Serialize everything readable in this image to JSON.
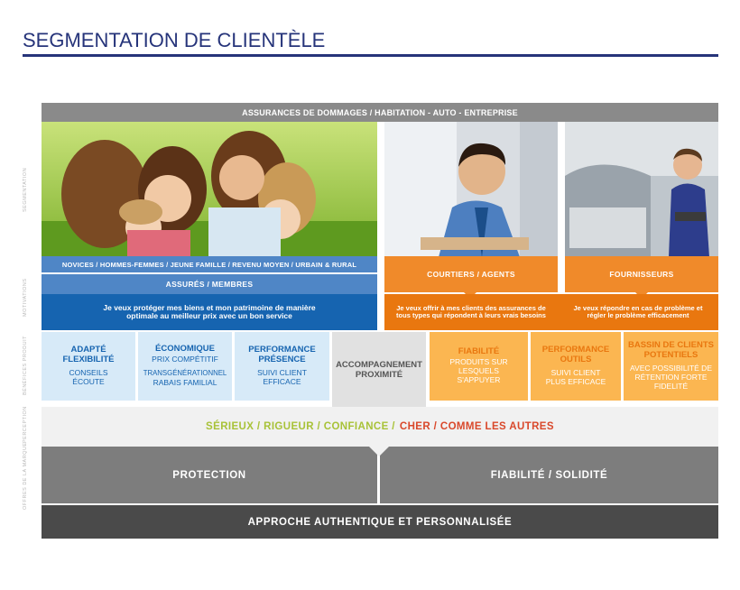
{
  "title": "SEGMENTATION DE CLIENTÈLE",
  "side_labels": {
    "segmentation": "SEGMENTATION",
    "motivations": "MOTIVATIONS",
    "benefices": "BÉNÉFICES PRODUIT",
    "perception": "PERCEPTION",
    "offres": "OFFRES DE LA MARQUE"
  },
  "top_band": "ASSURANCES DE DOMMAGES / HABITATION - AUTO - ENTREPRISE",
  "segments": {
    "family_caption": "NOVICES / HOMMES-FEMMES / JEUNE FAMILLE / REVENU MOYEN / URBAIN & RURAL",
    "assures_label": "ASSURÉS / MEMBRES",
    "assures_motivation": "Je veux protéger mes biens et mon patrimoine de manière optimale au meilleur prix avec un bon service",
    "courtiers_label": "COURTIERS / AGENTS",
    "courtiers_motivation": "Je veux offrir à mes clients des assurances de tous types qui répondent à leurs vrais besoins",
    "fournisseurs_label": "FOURNISSEURS",
    "fournisseurs_motivation": "Je veux répondre en cas de problème et régler le problème efficacement"
  },
  "benefits": [
    {
      "head": "ADAPTÉ FLEXIBILITÉ",
      "sub": "CONSEILS ÉCOUTE"
    },
    {
      "head": "ÉCONOMIQUE",
      "sub": "PRIX COMPÉTITIF",
      "sub2": "TRANSGÉNÉRATIONNEL",
      "sub3": "RABAIS FAMILIAL"
    },
    {
      "head": "PERFORMANCE PRÉSENCE",
      "sub": "SUIVI CLIENT EFFICACE"
    },
    {
      "head": "ACCOMPAGNEMENT PROXIMITÉ"
    },
    {
      "head": "FIABILITÉ",
      "sub": "PRODUITS SUR LESQUELS S'APPUYER"
    },
    {
      "head": "PERFORMANCE OUTILS",
      "sub": "SUIVI CLIENT PLUS EFFICACE"
    },
    {
      "head": "BASSIN DE CLIENTS POTENTIELS",
      "sub": "AVEC POSSIBILITÉ DE RÉTENTION FORTE FIDELITÉ"
    }
  ],
  "perception": {
    "positive": "SÉRIEUX / RIGUEUR / CONFIANCE /",
    "negative": "CHER / COMME LES AUTRES"
  },
  "offers": {
    "left": "PROTECTION",
    "right": "FIABILITÉ / SOLIDITÉ",
    "bottom": "APPROCHE AUTHENTIQUE ET PERSONNALISÉE"
  },
  "colors": {
    "navy": "#26347a",
    "blue_mid": "#4f86c6",
    "blue_dark": "#1664b0",
    "blue_light": "#d7eaf8",
    "orange": "#f08a2a",
    "orange_dark": "#e9770f",
    "orange_light": "#fbb651",
    "gray_band": "#8a8a8a",
    "gray_offer": "#7d7d7d",
    "gray_dark": "#4a4a4a",
    "green_text": "#a8c238",
    "red_text": "#d9482b"
  }
}
